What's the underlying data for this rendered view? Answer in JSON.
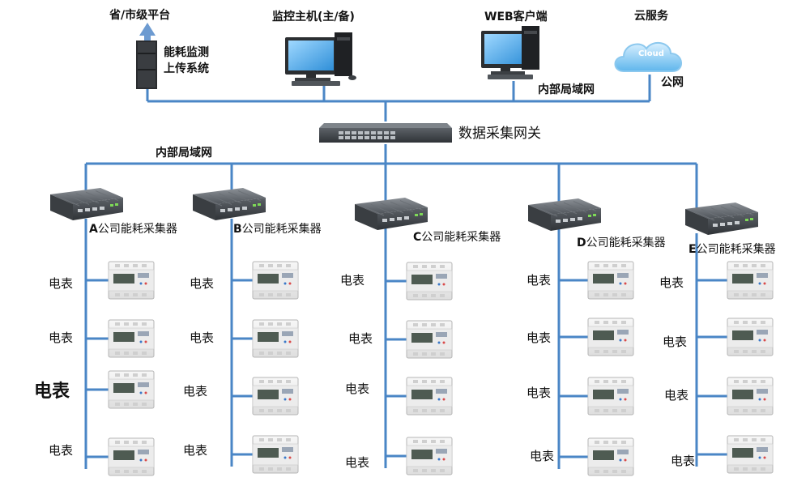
{
  "top": {
    "provincial_platform": "省/市级平台",
    "upload_system_line1": "能耗监测",
    "upload_system_line2": "上传系统",
    "monitor_host": "监控主机(主/备)",
    "web_client": "WEB客户端",
    "cloud_service": "云服务",
    "cloud_icon_text": "Cloud",
    "public_net": "公网",
    "lan_top": "内部局域网"
  },
  "gateway": {
    "label": "数据采集网关"
  },
  "lan_main": "内部局域网",
  "collectors": [
    {
      "prefix": "A",
      "label": "公司能耗采集器",
      "meters": [
        "电表",
        "电表",
        "电表",
        "电表"
      ]
    },
    {
      "prefix": "B",
      "label": "公司能耗采集器",
      "meters": [
        "电表",
        "电表",
        "电表",
        "电表"
      ]
    },
    {
      "prefix": "C",
      "label": "公司能耗采集器",
      "meters": [
        "电表",
        "电表",
        "电表",
        "电表"
      ]
    },
    {
      "prefix": "D",
      "label": "公司能耗采集器",
      "meters": [
        "电表",
        "电表",
        "电表",
        "电表"
      ]
    },
    {
      "prefix": "E",
      "label": "公司能耗采集器",
      "meters": [
        "电表",
        "电表",
        "电表",
        "电表"
      ]
    }
  ],
  "colors": {
    "line": "#4a86c6",
    "device": "#555a60",
    "arrow": "#6d9bd1"
  }
}
